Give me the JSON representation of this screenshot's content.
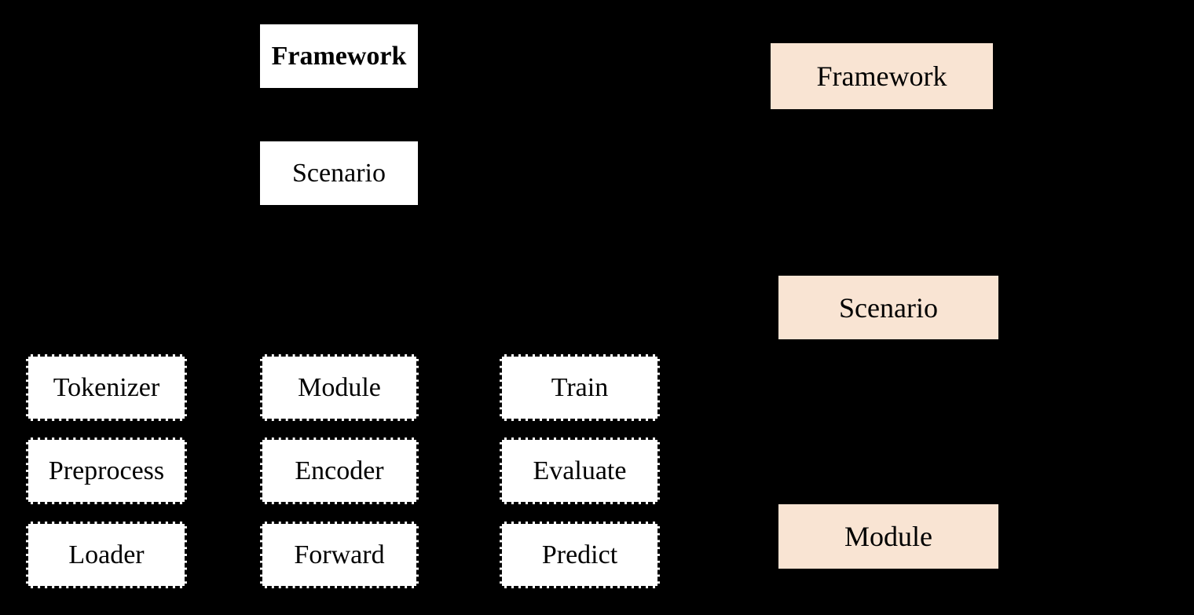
{
  "colors": {
    "background": "#000000",
    "node_fill": "#ffffff",
    "highlight_fill": "#f9e4d3",
    "text": "#000000"
  },
  "hierarchy": {
    "framework_label": "Framework",
    "scenario_label": "Scenario"
  },
  "grid": [
    [
      "Tokenizer",
      "Module",
      "Train"
    ],
    [
      "Preprocess",
      "Encoder",
      "Evaluate"
    ],
    [
      "Loader",
      "Forward",
      "Predict"
    ]
  ],
  "right_stack": [
    "Framework",
    "Scenario",
    "Module"
  ]
}
